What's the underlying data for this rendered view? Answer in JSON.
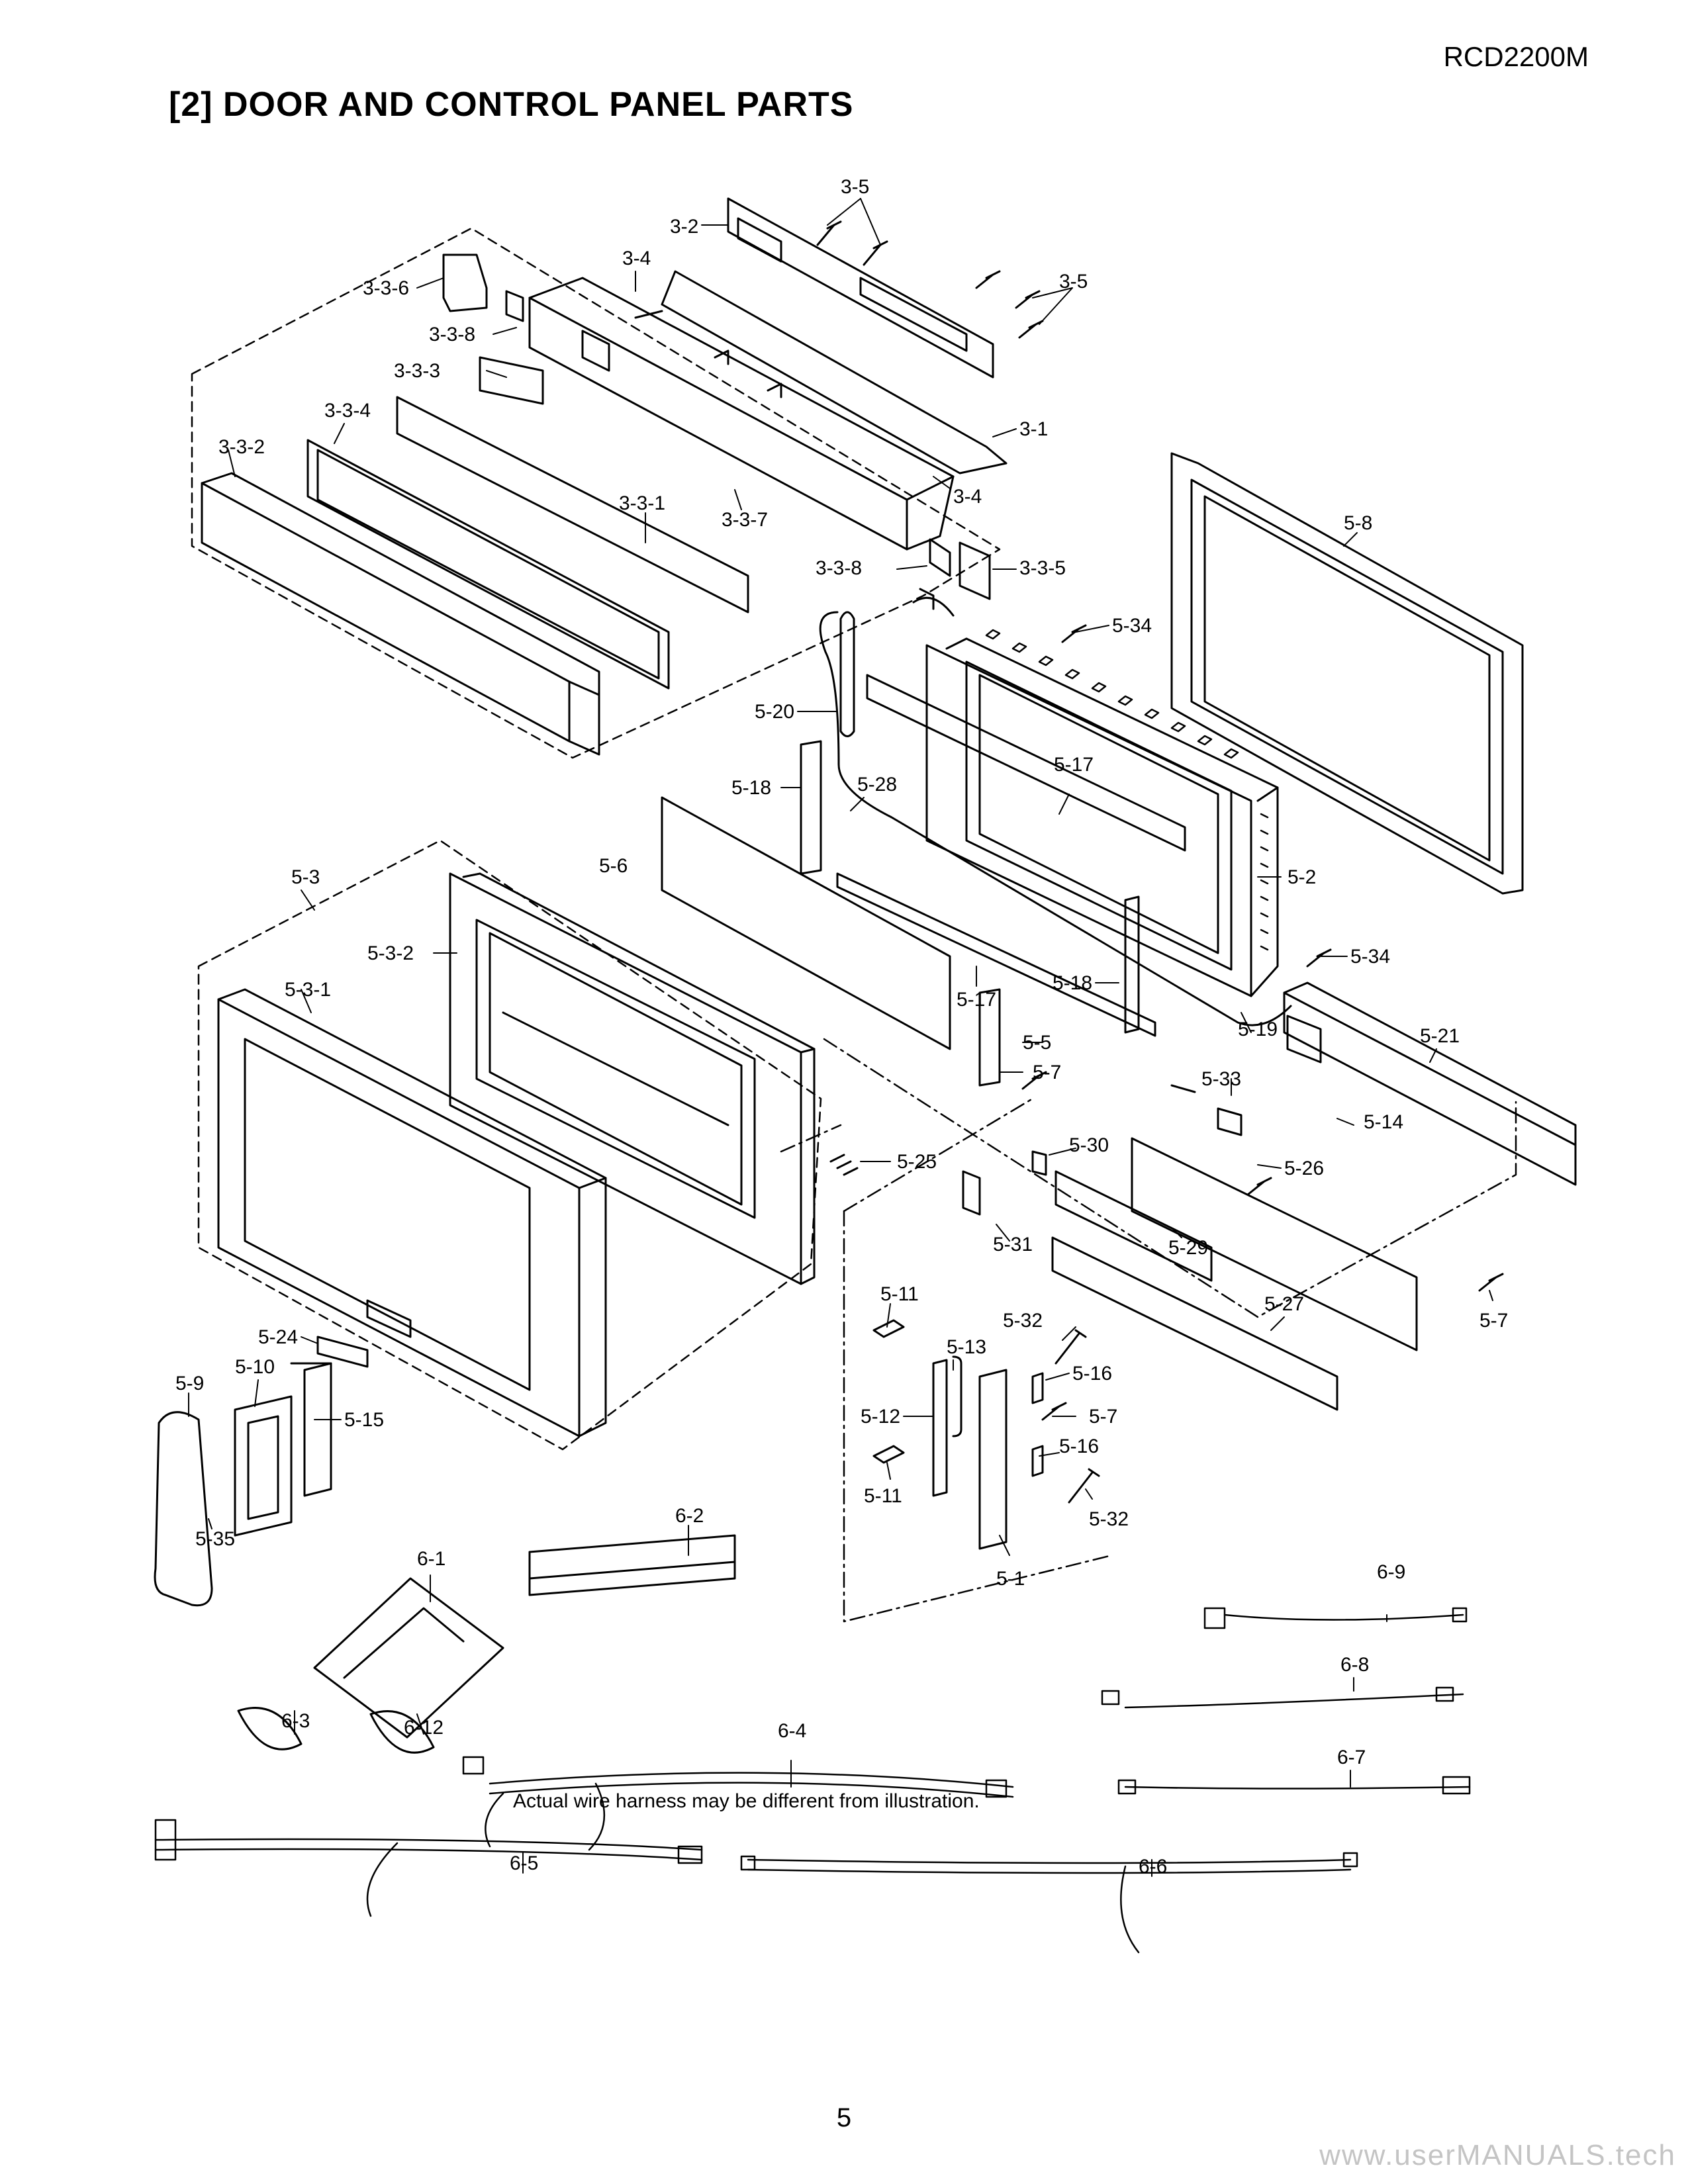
{
  "header": {
    "model": "RCD2200M",
    "title": "[2] DOOR AND CONTROL PANEL PARTS"
  },
  "callouts": {
    "c3_5a": "3-5",
    "c3_2": "3-2",
    "c3_4a": "3-4",
    "c3_5b": "3-5",
    "c3_3_6": "3-3-6",
    "c3_3_8a": "3-3-8",
    "c3_3_3": "3-3-3",
    "c3_3_4": "3-3-4",
    "c3_1": "3-1",
    "c3_3_2": "3-3-2",
    "c3_4b": "3-4",
    "c3_3_1": "3-3-1",
    "c3_3_7": "3-3-7",
    "c5_8": "5-8",
    "c3_3_8b": "3-3-8",
    "c3_3_5": "3-3-5",
    "c5_34a": "5-34",
    "c5_20": "5-20",
    "c5_17a": "5-17",
    "c5_18a": "5-18",
    "c5_28": "5-28",
    "c5_6": "5-6",
    "c5_2": "5-2",
    "c5_3": "5-3",
    "c5_3_2": "5-3-2",
    "c5_34b": "5-34",
    "c5_3_1": "5-3-1",
    "c5_17b": "5-17",
    "c5_18b": "5-18",
    "c5_19": "5-19",
    "c5_21": "5-21",
    "c5_5": "5-5",
    "c5_7a": "5-7",
    "c5_33": "5-33",
    "c5_14": "5-14",
    "c5_30": "5-30",
    "c5_25": "5-25",
    "c5_26": "5-26",
    "c5_31": "5-31",
    "c5_29": "5-29",
    "c5_27": "5-27",
    "c5_7b": "5-7",
    "c5_11a": "5-11",
    "c5_32a": "5-32",
    "c5_13": "5-13",
    "c5_24": "5-24",
    "c5_16a": "5-16",
    "c5_9": "5-9",
    "c5_10": "5-10",
    "c5_15": "5-15",
    "c5_12": "5-12",
    "c5_7c": "5-7",
    "c5_16b": "5-16",
    "c5_11b": "5-11",
    "c5_32b": "5-32",
    "c5_35": "5-35",
    "c5_1": "5-1",
    "c6_2": "6-2",
    "c6_1": "6-1",
    "c6_9": "6-9",
    "c6_8": "6-8",
    "c6_3": "6-3",
    "c6_12": "6-12",
    "c6_4": "6-4",
    "c6_7": "6-7",
    "c6_5": "6-5",
    "c6_6": "6-6"
  },
  "note": "Actual wire harness may be different from illustration.",
  "page_number": "5",
  "watermark": "www.userMANUALS.tech"
}
